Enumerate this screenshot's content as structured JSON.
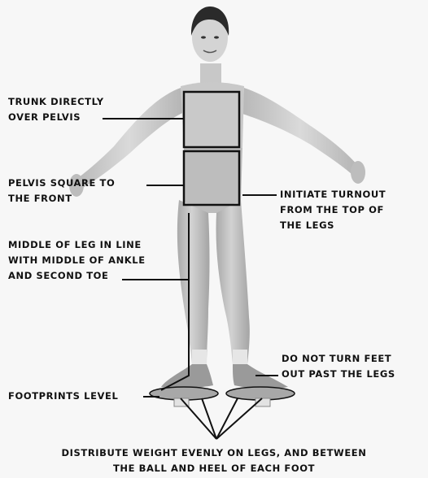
{
  "labels": {
    "trunk": [
      "TRUNK DIRECTLY",
      "OVER PELVIS"
    ],
    "pelvis": [
      "PELVIS SQUARE TO",
      "THE FRONT"
    ],
    "turnout": [
      "INITIATE TURNOUT",
      "FROM THE TOP OF",
      "THE LEGS"
    ],
    "leg_line": [
      "MIDDLE OF LEG IN LINE",
      "WITH MIDDLE OF ANKLE",
      "AND SECOND TOE"
    ],
    "feet": [
      "DO NOT TURN FEET",
      "OUT PAST THE LEGS"
    ],
    "footprints": "FOOTPRINTS LEVEL",
    "weight": [
      "DISTRIBUTE WEIGHT EVENLY ON LEGS, AND BETWEEN",
      "THE BALL AND HEEL OF EACH FOOT"
    ]
  },
  "colors": {
    "background": "#f7f7f7",
    "ink": "#111111",
    "skin": "#cfcfcf",
    "leotard": "#bdbdbd",
    "hair": "#2a2a2a"
  }
}
